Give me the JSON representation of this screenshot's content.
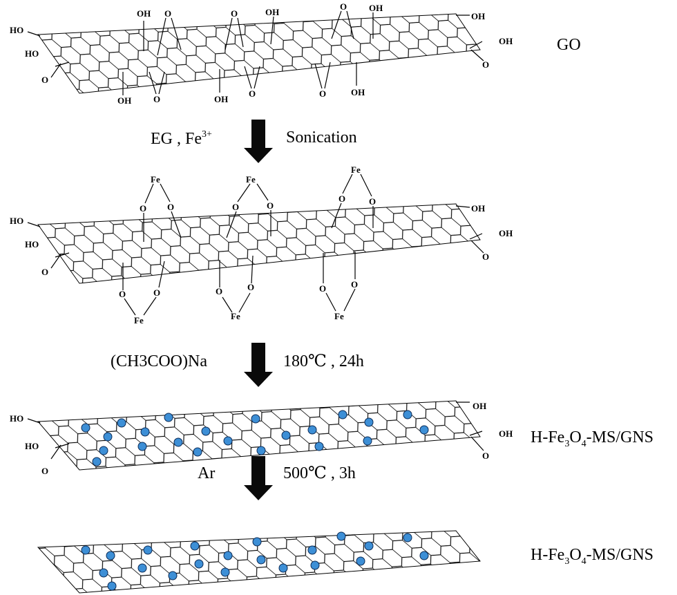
{
  "diagram": {
    "labels": {
      "go": "GO",
      "product1_prefix": "H-Fe",
      "product1_sub1": "3",
      "product1_mid": "O",
      "product1_sub2": "4",
      "product1_suffix": "-MS/GNS",
      "product2_prefix": "H-Fe",
      "product2_sub1": "3",
      "product2_mid": "O",
      "product2_sub2": "4",
      "product2_suffix": "-MS/GNS"
    },
    "steps": [
      {
        "left": "EG , Fe",
        "left_sup": "3+",
        "right": "Sonication"
      },
      {
        "left": "(CH3COO)Na",
        "right": "180℃ , 24h"
      },
      {
        "left": "Ar",
        "right": "500℃ , 3h"
      }
    ],
    "groups": {
      "oh": "OH",
      "ho": "HO",
      "o": "O",
      "fe": "Fe"
    }
  }
}
